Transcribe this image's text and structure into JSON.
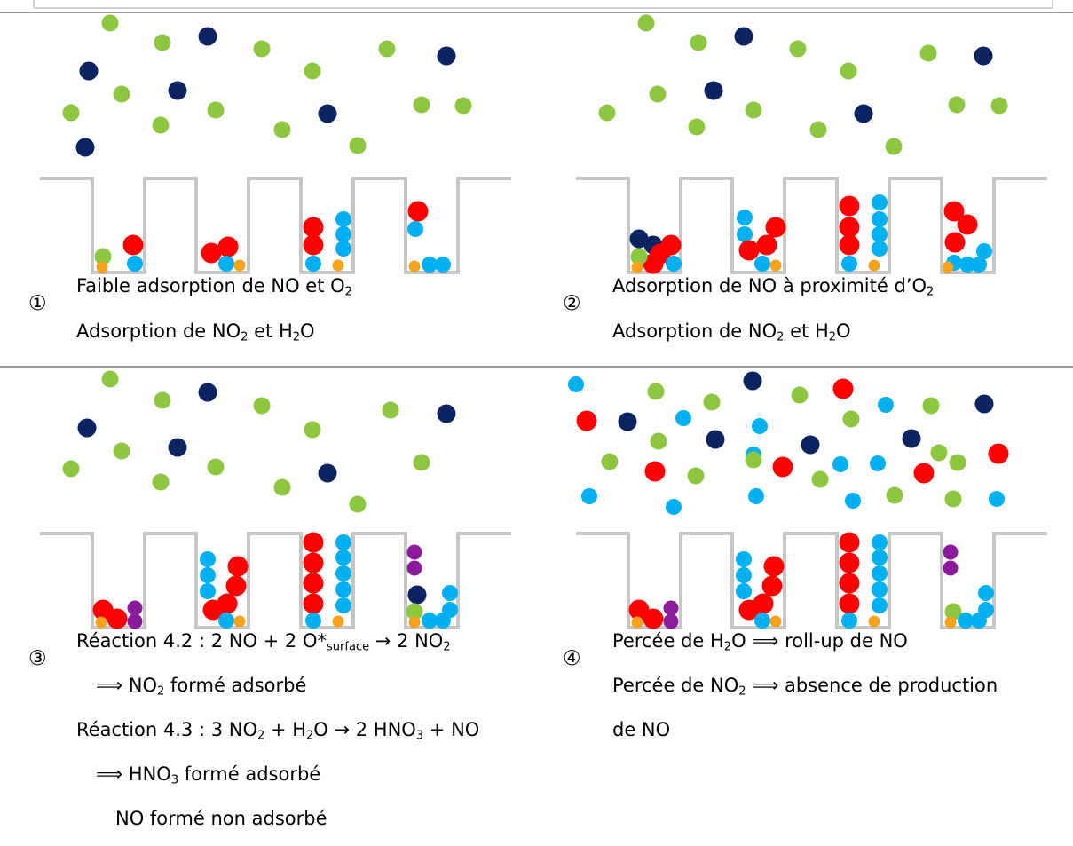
{
  "colors": {
    "O2": "#8dc63f",
    "NO": "#0b2461",
    "NO2": "#ff0000",
    "H2O": "#00b0f0",
    "HNO3": "#8b1a9c",
    "site": "#f7a21b",
    "wall": "#c6c6c6",
    "separator": "#595959"
  },
  "panels": [
    {
      "number": "①",
      "lines": [
        [
          "Faible adsorption de NO et O",
          {
            "sub": "2"
          }
        ],
        [
          "Adsorption de NO",
          {
            "sub": "2"
          },
          " et H",
          {
            "sub": "2"
          },
          "O"
        ]
      ]
    },
    {
      "number": "②",
      "lines": [
        [
          "Adsorption de NO à proximité d’O",
          {
            "sub": "2"
          }
        ],
        [
          "Adsorption de NO",
          {
            "sub": "2"
          },
          " et H",
          {
            "sub": "2"
          },
          "O"
        ]
      ]
    },
    {
      "number": "③",
      "lines": [
        [
          "Réaction 4.2 : 2 NO + 2 O*",
          {
            "sub": "surface"
          },
          " → 2 NO",
          {
            "sub": "2"
          }
        ],
        [
          "⟹ NO",
          {
            "sub": "2"
          },
          " formé adsorbé"
        ],
        [
          "Réaction 4.3 : 3 NO",
          {
            "sub": "2"
          },
          " + H",
          {
            "sub": "2"
          },
          "O → 2 HNO",
          {
            "sub": "3"
          },
          " + NO"
        ],
        [
          "⟹ HNO",
          {
            "sub": "3"
          },
          " formé adsorbé"
        ],
        [
          "NO formé non adsorbé"
        ]
      ]
    },
    {
      "number": "④",
      "lines": [
        [
          "Percée de H",
          {
            "sub": "2"
          },
          "O ⟹ roll-up de NO"
        ],
        [
          "Percée de NO",
          {
            "sub": "2"
          },
          " ⟹ absence de production"
        ],
        [
          "de NO"
        ]
      ]
    }
  ]
}
